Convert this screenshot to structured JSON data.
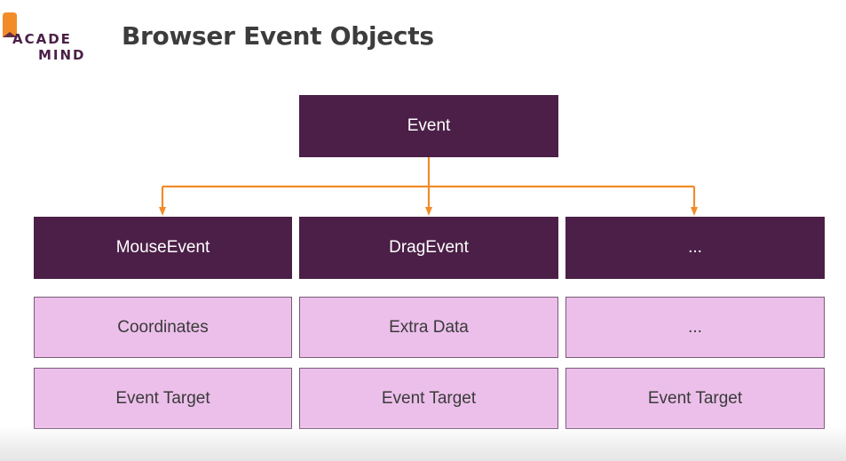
{
  "logo": {
    "line1": "ACADE",
    "line2": "MIND",
    "brand_color": "#4b1f47",
    "accent_color": "#f28c28"
  },
  "title": "Browser Event Objects",
  "colors": {
    "dark_box": "#4b1f47",
    "light_box": "#ecbfea",
    "connector": "#f28c28"
  },
  "diagram": {
    "root": "Event",
    "children": [
      {
        "label": "MouseEvent",
        "properties": [
          "Coordinates",
          "Event Target"
        ]
      },
      {
        "label": "DragEvent",
        "properties": [
          "Extra Data",
          "Event Target"
        ]
      },
      {
        "label": "...",
        "properties": [
          "...",
          "Event Target"
        ]
      }
    ]
  }
}
